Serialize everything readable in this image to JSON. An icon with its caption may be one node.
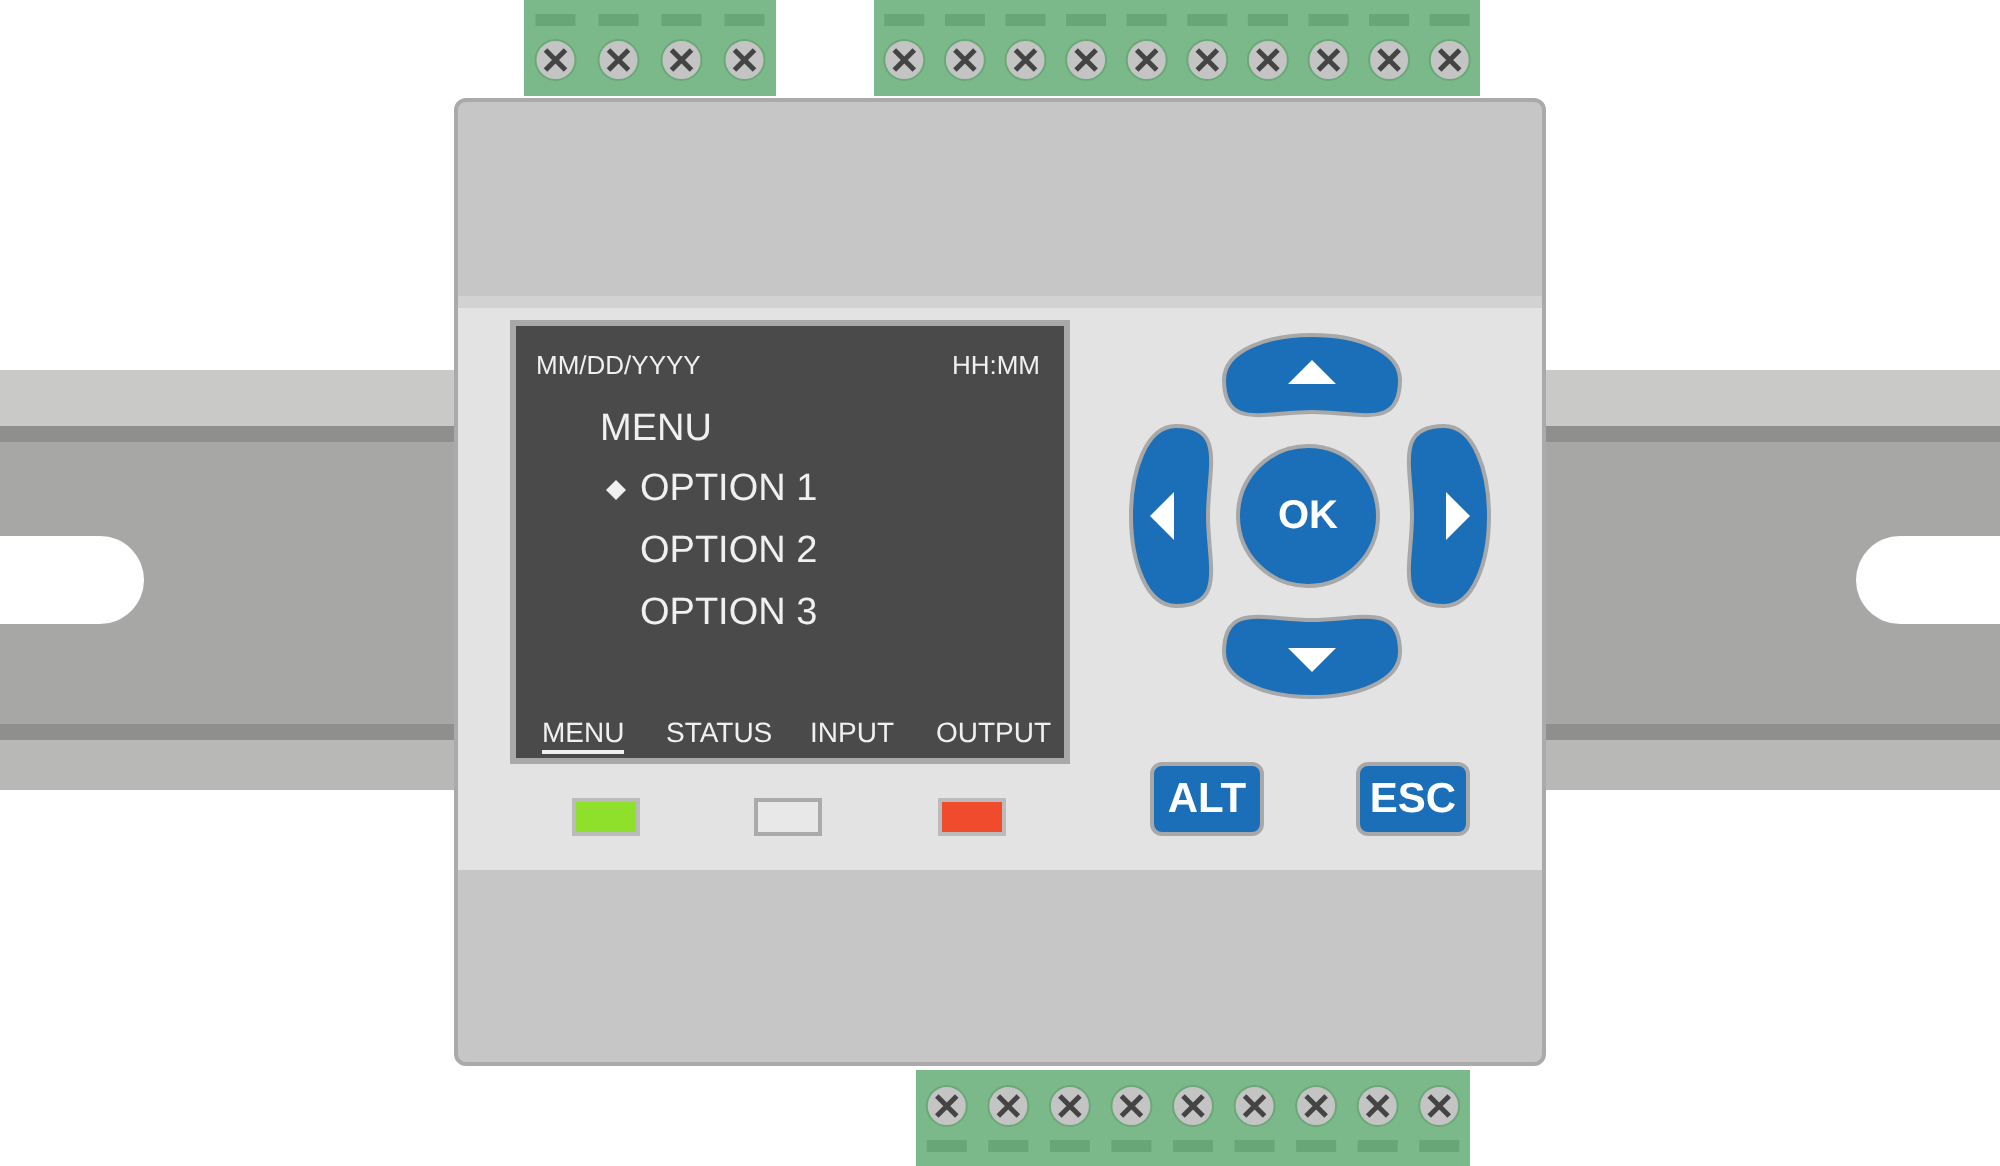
{
  "diagram": {
    "nodes": [
      {
        "text": [
          "MM/DD/YYYY",
          "HH:MM",
          "MENU",
          "OPTION 1",
          "OPTION 2",
          "OPTION 3",
          "MENU",
          "STATUS",
          "INPUT",
          "OUTPUT"
        ]
      },
      {
        "text": [
          "OK"
        ]
      },
      {
        "text": [
          "ALT"
        ]
      },
      {
        "text": [
          "ESC"
        ]
      }
    ]
  }
}
